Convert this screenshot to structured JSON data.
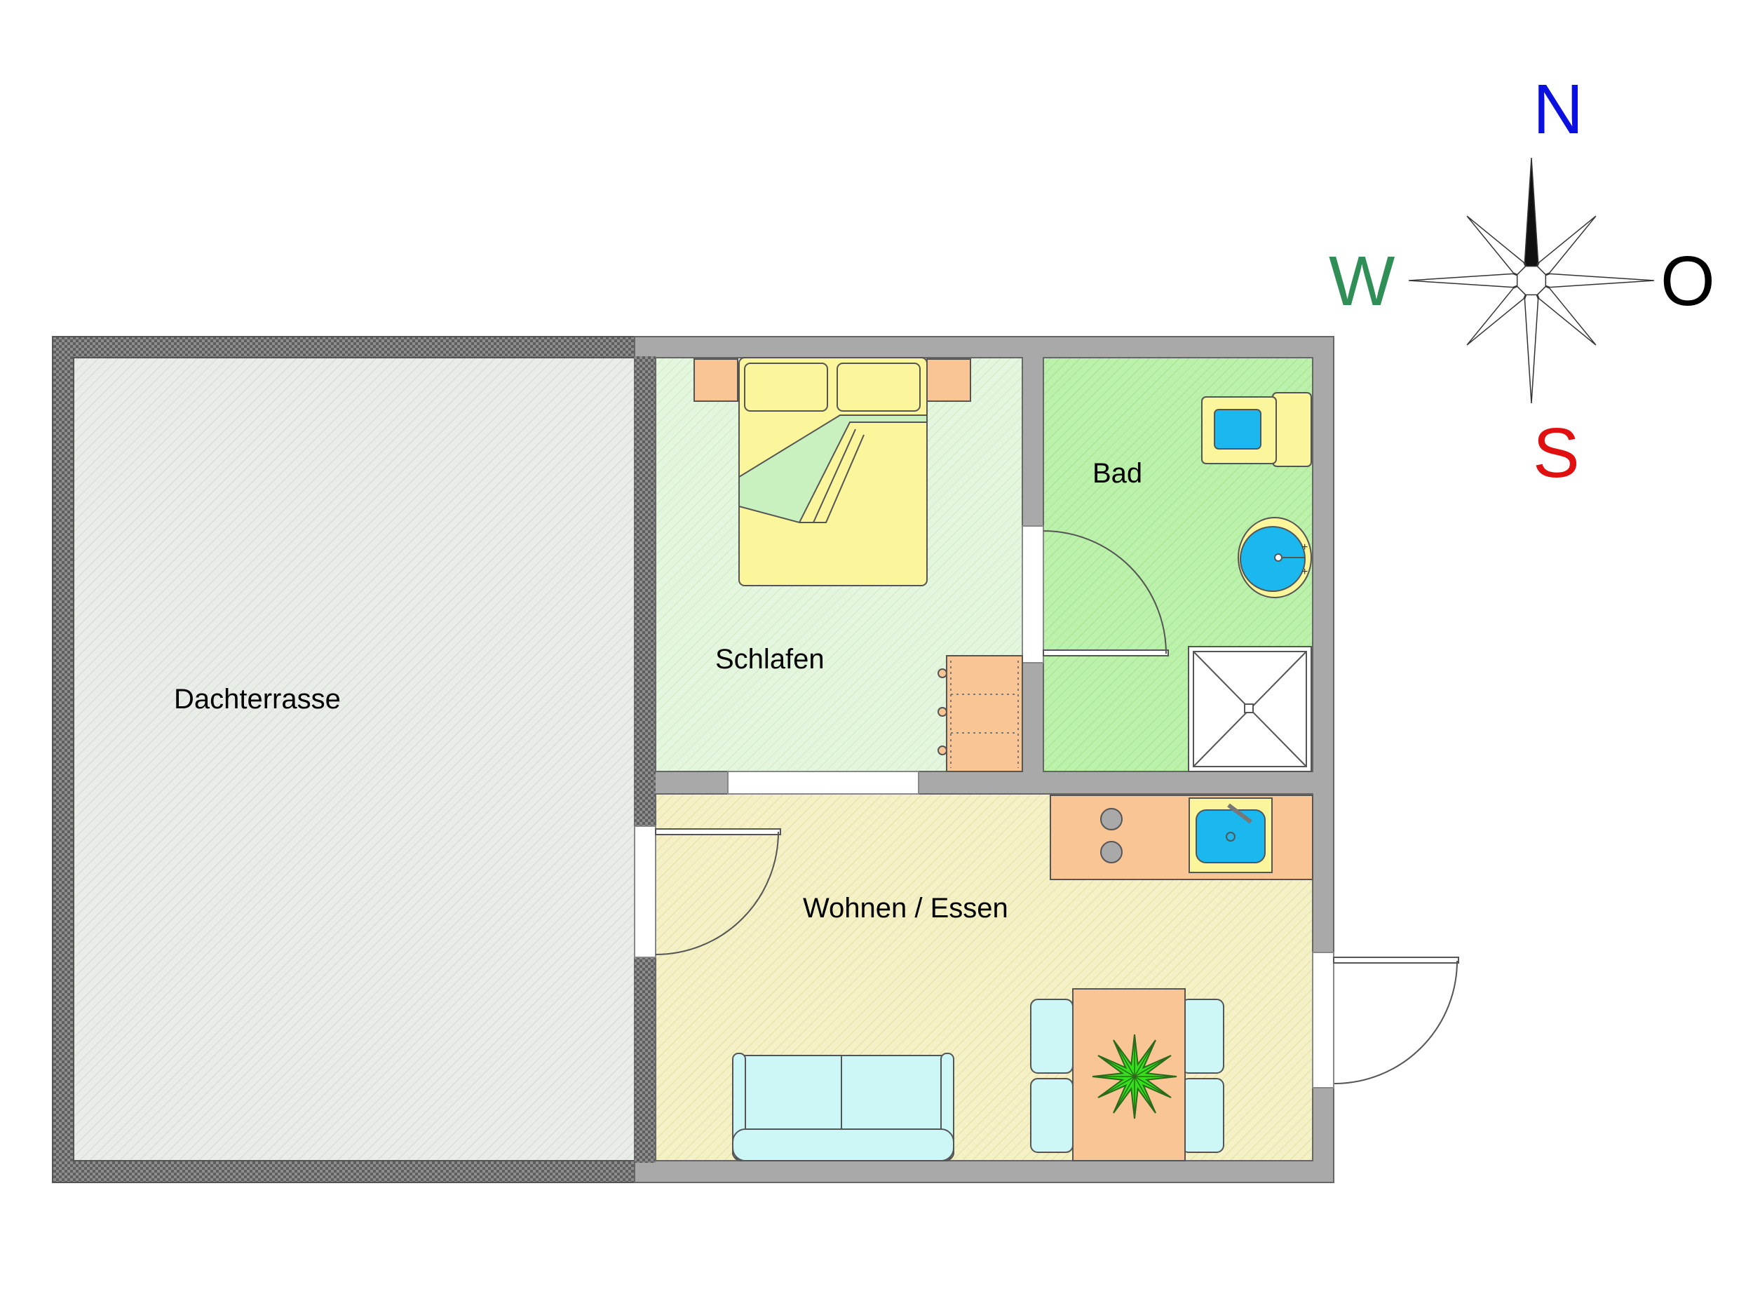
{
  "rooms": {
    "terrace": "Dachterrasse",
    "bedroom": "Schlafen",
    "bathroom": "Bad",
    "living": "Wohnen / Essen"
  },
  "compass": {
    "north": "N",
    "east": "O",
    "south": "S",
    "west": "W"
  },
  "colors": {
    "wall": "#a9a9a9",
    "terrace_floor": "#e9ede8",
    "bedroom_floor": "#e2f5dc",
    "bathroom_floor": "#b9f0a8",
    "living_floor": "#f4f0c2",
    "furniture_orange": "#f9c594",
    "furniture_yellow": "#fbf59b",
    "sofa_cyan": "#cdf7f7",
    "water_blue": "#1ab8ef",
    "plant_green": "#33e01a",
    "north_color": "#0b10e0",
    "south_color": "#e01010",
    "west_color": "#2f8f57",
    "east_color": "#000000"
  }
}
